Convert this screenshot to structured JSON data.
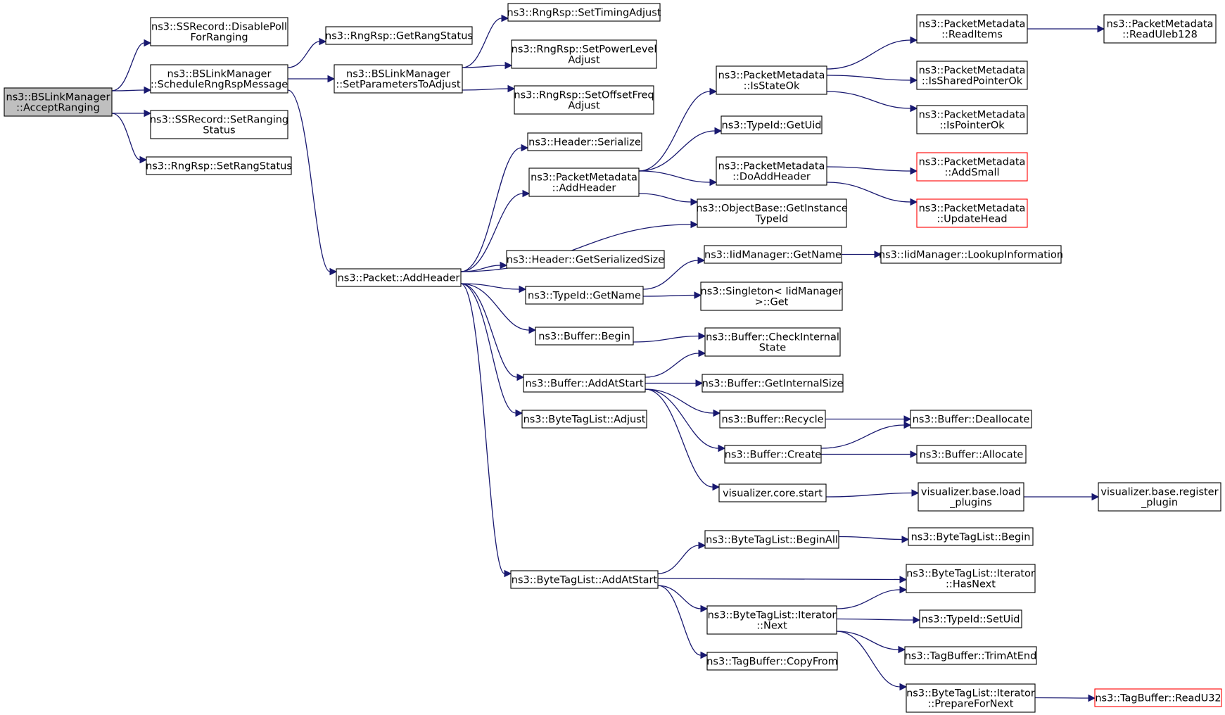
{
  "graph": {
    "edge_color": "#191970",
    "root_fill": "#bfbfbf",
    "truncated_color": "#ff0000",
    "nodes": [
      {
        "id": "root",
        "lines": [
          "ns3::BSLinkManager",
          "::AcceptRanging"
        ],
        "root": true
      },
      {
        "id": "disablePoll",
        "lines": [
          "ns3::SSRecord::DisablePoll",
          "ForRanging"
        ]
      },
      {
        "id": "scheduleRng",
        "lines": [
          "ns3::BSLinkManager",
          "::ScheduleRngRspMessage"
        ]
      },
      {
        "id": "setRanging",
        "lines": [
          "ns3::SSRecord::SetRanging",
          "Status"
        ]
      },
      {
        "id": "setRangStatus",
        "lines": [
          "ns3::RngRsp::SetRangStatus"
        ]
      },
      {
        "id": "getRangStatus",
        "lines": [
          "ns3::RngRsp::GetRangStatus"
        ]
      },
      {
        "id": "setParams",
        "lines": [
          "ns3::BSLinkManager",
          "::SetParametersToAdjust"
        ]
      },
      {
        "id": "setTiming",
        "lines": [
          "ns3::RngRsp::SetTimingAdjust"
        ]
      },
      {
        "id": "setPower",
        "lines": [
          "ns3::RngRsp::SetPowerLevel",
          "Adjust"
        ]
      },
      {
        "id": "setOffset",
        "lines": [
          "ns3::RngRsp::SetOffsetFreq",
          "Adjust"
        ]
      },
      {
        "id": "packetAddHeader",
        "lines": [
          "ns3::Packet::AddHeader"
        ]
      },
      {
        "id": "headerSerialize",
        "lines": [
          "ns3::Header::Serialize"
        ]
      },
      {
        "id": "pmAddHeader",
        "lines": [
          "ns3::PacketMetadata",
          "::AddHeader"
        ]
      },
      {
        "id": "getInstanceTypeId",
        "lines": [
          "ns3::ObjectBase::GetInstance",
          "TypeId"
        ]
      },
      {
        "id": "getSerializedSize",
        "lines": [
          "ns3::Header::GetSerializedSize"
        ]
      },
      {
        "id": "typeIdGetName",
        "lines": [
          "ns3::TypeId::GetName"
        ]
      },
      {
        "id": "bufferBegin",
        "lines": [
          "ns3::Buffer::Begin"
        ]
      },
      {
        "id": "bufferAddAtStart",
        "lines": [
          "ns3::Buffer::AddAtStart"
        ]
      },
      {
        "id": "byteTagListAdjust",
        "lines": [
          "ns3::ByteTagList::Adjust"
        ]
      },
      {
        "id": "byteTagListAddAtStart",
        "lines": [
          "ns3::ByteTagList::AddAtStart"
        ]
      },
      {
        "id": "isStateOk",
        "lines": [
          "ns3::PacketMetadata",
          "::IsStateOk"
        ]
      },
      {
        "id": "getUid",
        "lines": [
          "ns3::TypeId::GetUid"
        ]
      },
      {
        "id": "doAddHeader",
        "lines": [
          "ns3::PacketMetadata",
          "::DoAddHeader"
        ]
      },
      {
        "id": "readItems",
        "lines": [
          "ns3::PacketMetadata",
          "::ReadItems"
        ]
      },
      {
        "id": "isSharedPointerOk",
        "lines": [
          "ns3::PacketMetadata",
          "::IsSharedPointerOk"
        ]
      },
      {
        "id": "isPointerOk",
        "lines": [
          "ns3::PacketMetadata",
          "::IsPointerOk"
        ]
      },
      {
        "id": "readUleb128",
        "lines": [
          "ns3::PacketMetadata",
          "::ReadUleb128"
        ]
      },
      {
        "id": "addSmall",
        "lines": [
          "ns3::PacketMetadata",
          "::AddSmall"
        ],
        "truncated": true
      },
      {
        "id": "updateHead",
        "lines": [
          "ns3::PacketMetadata",
          "::UpdateHead"
        ],
        "truncated": true
      },
      {
        "id": "iidGetName",
        "lines": [
          "ns3::IidManager::GetName"
        ]
      },
      {
        "id": "lookupInformation",
        "lines": [
          "ns3::IidManager::LookupInformation"
        ]
      },
      {
        "id": "singletonGet",
        "lines": [
          "ns3::Singleton< IidManager",
          ">::Get"
        ]
      },
      {
        "id": "checkInternalState",
        "lines": [
          "ns3::Buffer::CheckInternal",
          "State"
        ]
      },
      {
        "id": "getInternalSize",
        "lines": [
          "ns3::Buffer::GetInternalSize"
        ]
      },
      {
        "id": "bufferRecycle",
        "lines": [
          "ns3::Buffer::Recycle"
        ]
      },
      {
        "id": "bufferCreate",
        "lines": [
          "ns3::Buffer::Create"
        ]
      },
      {
        "id": "visCoreStart",
        "lines": [
          "visualizer.core.start"
        ]
      },
      {
        "id": "deallocate",
        "lines": [
          "ns3::Buffer::Deallocate"
        ]
      },
      {
        "id": "allocate",
        "lines": [
          "ns3::Buffer::Allocate"
        ]
      },
      {
        "id": "loadPlugins",
        "lines": [
          "visualizer.base.load",
          "_plugins"
        ]
      },
      {
        "id": "registerPlugin",
        "lines": [
          "visualizer.base.register",
          "_plugin"
        ]
      },
      {
        "id": "beginAll",
        "lines": [
          "ns3::ByteTagList::BeginAll"
        ]
      },
      {
        "id": "btlBegin",
        "lines": [
          "ns3::ByteTagList::Begin"
        ]
      },
      {
        "id": "hasNext",
        "lines": [
          "ns3::ByteTagList::Iterator",
          "::HasNext"
        ]
      },
      {
        "id": "iterNext",
        "lines": [
          "ns3::ByteTagList::Iterator",
          "::Next"
        ]
      },
      {
        "id": "copyFrom",
        "lines": [
          "ns3::TagBuffer::CopyFrom"
        ]
      },
      {
        "id": "setUid",
        "lines": [
          "ns3::TypeId::SetUid"
        ]
      },
      {
        "id": "trimAtEnd",
        "lines": [
          "ns3::TagBuffer::TrimAtEnd"
        ]
      },
      {
        "id": "prepareForNext",
        "lines": [
          "ns3::ByteTagList::Iterator",
          "::PrepareForNext"
        ]
      },
      {
        "id": "readU32",
        "lines": [
          "ns3::TagBuffer::ReadU32"
        ],
        "truncated": true
      }
    ],
    "edges": [
      [
        "root",
        "disablePoll"
      ],
      [
        "root",
        "scheduleRng"
      ],
      [
        "root",
        "setRanging"
      ],
      [
        "root",
        "setRangStatus"
      ],
      [
        "scheduleRng",
        "getRangStatus"
      ],
      [
        "scheduleRng",
        "setParams"
      ],
      [
        "scheduleRng",
        "packetAddHeader"
      ],
      [
        "setParams",
        "setTiming"
      ],
      [
        "setParams",
        "setPower"
      ],
      [
        "setParams",
        "setOffset"
      ],
      [
        "packetAddHeader",
        "headerSerialize"
      ],
      [
        "packetAddHeader",
        "pmAddHeader"
      ],
      [
        "packetAddHeader",
        "getInstanceTypeId"
      ],
      [
        "packetAddHeader",
        "getSerializedSize"
      ],
      [
        "packetAddHeader",
        "typeIdGetName"
      ],
      [
        "packetAddHeader",
        "bufferBegin"
      ],
      [
        "packetAddHeader",
        "bufferAddAtStart"
      ],
      [
        "packetAddHeader",
        "byteTagListAdjust"
      ],
      [
        "packetAddHeader",
        "byteTagListAddAtStart"
      ],
      [
        "pmAddHeader",
        "isStateOk"
      ],
      [
        "pmAddHeader",
        "getUid"
      ],
      [
        "pmAddHeader",
        "doAddHeader"
      ],
      [
        "pmAddHeader",
        "getInstanceTypeId"
      ],
      [
        "isStateOk",
        "readItems"
      ],
      [
        "isStateOk",
        "isSharedPointerOk"
      ],
      [
        "isStateOk",
        "isPointerOk"
      ],
      [
        "readItems",
        "readUleb128"
      ],
      [
        "doAddHeader",
        "addSmall"
      ],
      [
        "doAddHeader",
        "updateHead"
      ],
      [
        "typeIdGetName",
        "iidGetName"
      ],
      [
        "typeIdGetName",
        "singletonGet"
      ],
      [
        "iidGetName",
        "lookupInformation"
      ],
      [
        "bufferBegin",
        "checkInternalState"
      ],
      [
        "bufferAddAtStart",
        "checkInternalState"
      ],
      [
        "bufferAddAtStart",
        "getInternalSize"
      ],
      [
        "bufferAddAtStart",
        "bufferRecycle"
      ],
      [
        "bufferAddAtStart",
        "bufferCreate"
      ],
      [
        "bufferAddAtStart",
        "visCoreStart"
      ],
      [
        "bufferRecycle",
        "deallocate"
      ],
      [
        "bufferCreate",
        "deallocate"
      ],
      [
        "bufferCreate",
        "allocate"
      ],
      [
        "visCoreStart",
        "loadPlugins"
      ],
      [
        "loadPlugins",
        "registerPlugin"
      ],
      [
        "byteTagListAddAtStart",
        "beginAll"
      ],
      [
        "byteTagListAddAtStart",
        "hasNext"
      ],
      [
        "byteTagListAddAtStart",
        "iterNext"
      ],
      [
        "byteTagListAddAtStart",
        "copyFrom"
      ],
      [
        "beginAll",
        "btlBegin"
      ],
      [
        "iterNext",
        "hasNext"
      ],
      [
        "iterNext",
        "setUid"
      ],
      [
        "iterNext",
        "trimAtEnd"
      ],
      [
        "iterNext",
        "prepareForNext"
      ],
      [
        "prepareForNext",
        "readU32"
      ]
    ]
  }
}
